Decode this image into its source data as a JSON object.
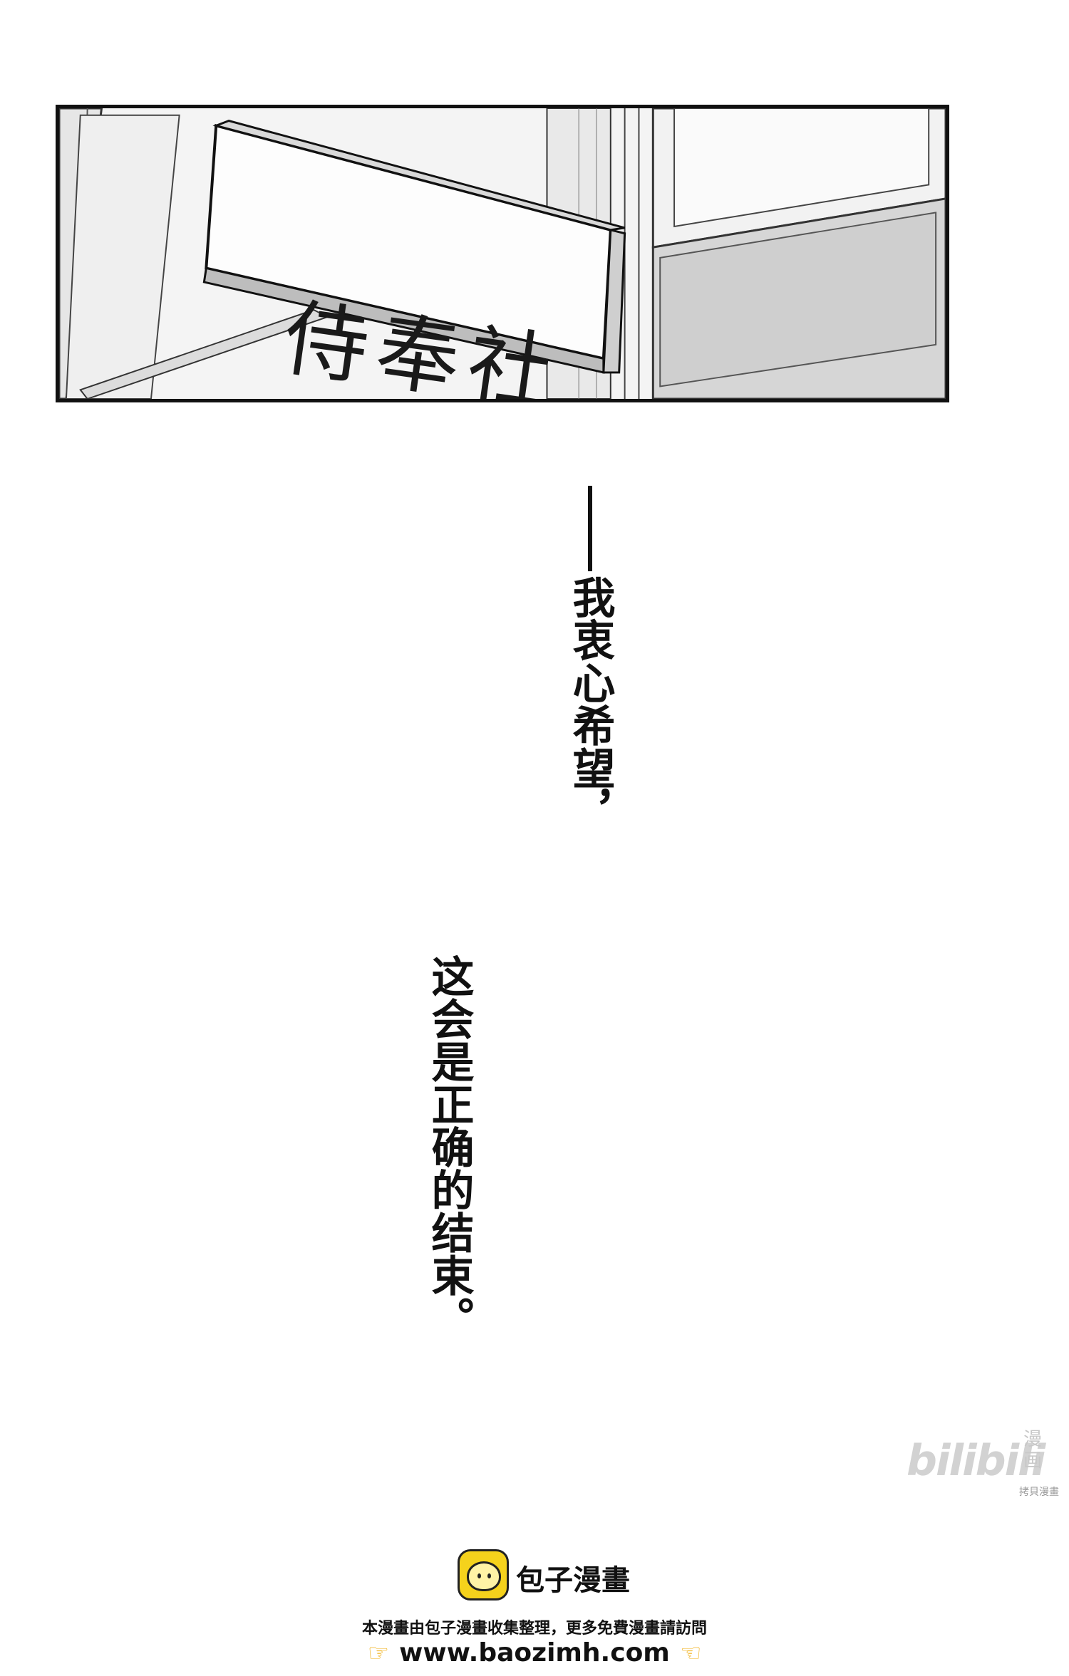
{
  "panel": {
    "sign_text": "侍奉社"
  },
  "narration": {
    "line1": "我衷心希望，",
    "line2": "这会是正确的结束。"
  },
  "watermark": {
    "brand": "bilibili",
    "side": "漫画",
    "small": "拷貝漫畫"
  },
  "footer": {
    "site_name": "包子漫畫",
    "note": "本漫畫由包子漫畫收集整理，更多免費漫畫請訪問",
    "url": "www.baozimh.com",
    "hand_icon": "pointing-hand-icon",
    "logo_color": "#f5d21c"
  }
}
